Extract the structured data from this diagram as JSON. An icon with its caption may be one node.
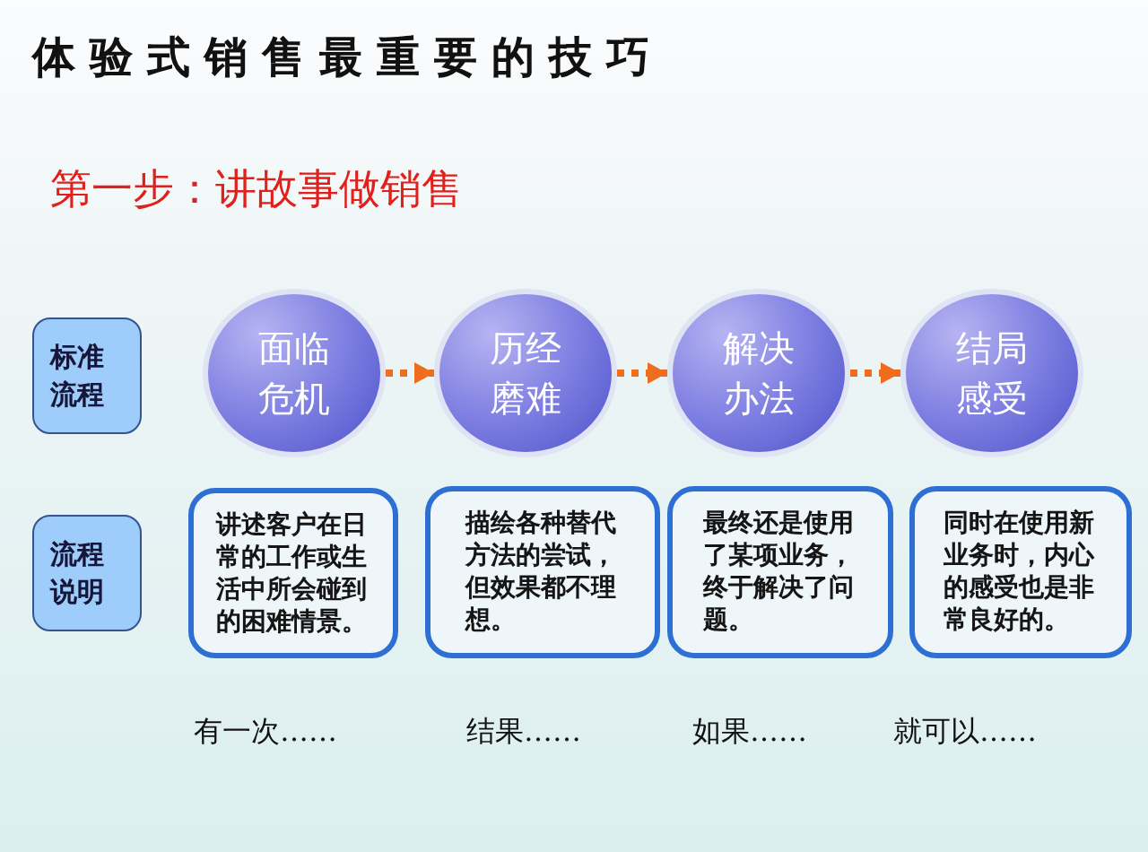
{
  "diagram": {
    "title": "体验式销售最重要的技巧",
    "nodes": [
      {
        "text": [
          "标准流程"
        ]
      },
      {
        "text": [
          "面临危机"
        ]
      },
      {
        "text": [
          "历经磨难"
        ]
      },
      {
        "text": [
          "解决办法"
        ]
      },
      {
        "text": [
          "结局感受"
        ]
      },
      {
        "text": [
          "流程说明"
        ]
      },
      {
        "text": [
          "讲述客户在日常的工作或生活中所会碰到的困难情景。"
        ]
      },
      {
        "text": [
          "描绘各种替代方法的尝试，但效果都不理想。"
        ]
      },
      {
        "text": [
          "最终还是使用了某项业务，终于解决了问题。"
        ]
      },
      {
        "text": [
          "同时在使用新业务时，内心的感受也是非常良好的。"
        ]
      }
    ],
    "edges": [
      {
        "from": 1,
        "to": 2,
        "arrow": "to",
        "style": "dashed"
      },
      {
        "from": 2,
        "to": 3,
        "arrow": "to",
        "style": "dashed"
      },
      {
        "from": 3,
        "to": 4,
        "arrow": "to",
        "style": "dashed"
      }
    ],
    "labels": [
      "第一步：讲故事做销售",
      "有一次……",
      "结果……",
      "如果……",
      "就可以……"
    ]
  }
}
